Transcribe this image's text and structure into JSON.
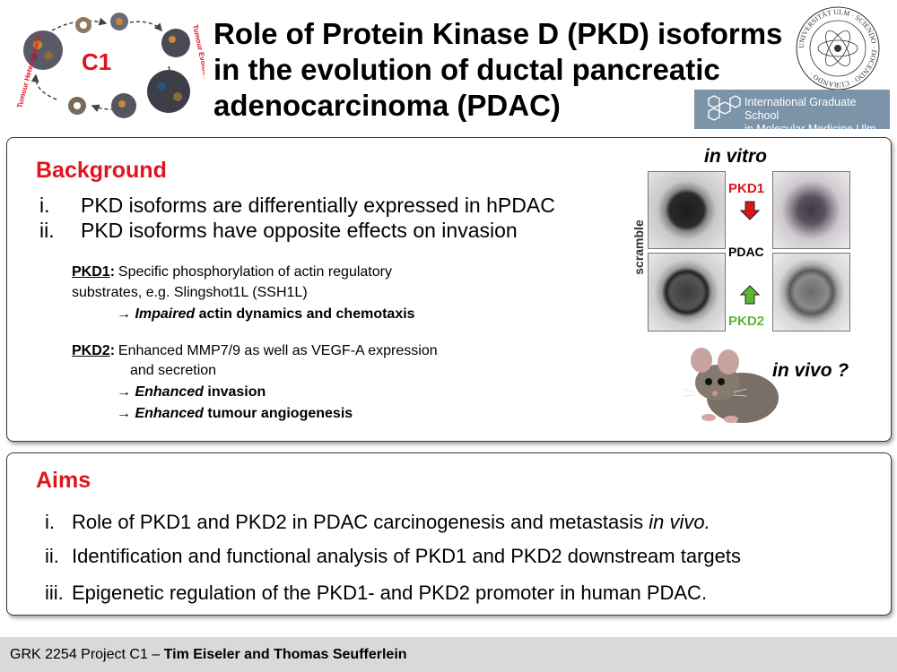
{
  "header": {
    "title_line1": "Role of Protein Kinase D (PKD) isoforms",
    "title_line2": "in the evolution of ductal pancreatic",
    "title_line3": "adenocarcinoma (PDAC)",
    "c1_label": "C1",
    "arc_left": "Tumour Heterogeneity",
    "arc_right": "Tumour Evolution",
    "seal_text": "UNIVERSITÄT ULM · SCIENDO · DOCENDO · CURANDO ·",
    "igs_line1": "International Graduate School",
    "igs_line2": "in Molecular Medicine Ulm"
  },
  "background": {
    "title": "Background",
    "points": [
      {
        "num": "i.",
        "text": "PKD isoforms are differentially expressed in hPDAC"
      },
      {
        "num": "ii.",
        "text": "PKD isoforms have opposite effects on invasion"
      }
    ],
    "pkd1": {
      "label": "PKD1",
      "text1": ": Specific phosphorylation of actin regulatory",
      "text2": "substrates, e.g. Slingshot1L (SSH1L)",
      "arrow": "→",
      "effect_em": "Impaired",
      "effect_rest": " actin dynamics and chemotaxis"
    },
    "pkd2": {
      "label": "PKD2",
      "text1": ": Enhanced MMP7/9 as well as VEGF-A expression",
      "text2": "and secretion",
      "arrow": "→",
      "effect1_em": "Enhanced",
      "effect1_rest": " invasion",
      "effect2_em": "Enhanced",
      "effect2_rest": " tumour angiogenesis"
    },
    "figure": {
      "in_vitro": "in vitro",
      "scramble": "scramble",
      "pkd1": "PKD1",
      "pdac": "PDAC",
      "pkd2": "PKD2",
      "in_vivo": "in vivo ?",
      "arrow_red": "#d9151b",
      "arrow_green": "#5cb832"
    }
  },
  "aims": {
    "title": "Aims",
    "items": [
      {
        "num": "i.",
        "text": "Role of PKD1 and PKD2 in PDAC carcinogenesis and metastasis ",
        "em": "in vivo."
      },
      {
        "num": "ii.",
        "text": "Identification and functional analysis of PKD1 and PKD2 downstream targets",
        "em": ""
      },
      {
        "num": "iii.",
        "text": "Epigenetic regulation of the PKD1- and PKD2 promoter in human PDAC.",
        "em": ""
      }
    ]
  },
  "footer": {
    "project": "GRK 2254 Project C1 – ",
    "authors": "Tim Eiseler and Thomas Seufferlein"
  },
  "colors": {
    "accent_red": "#e0141e",
    "footer_bg": "#d9d9d9",
    "igs_bg": "#7b94aa"
  }
}
